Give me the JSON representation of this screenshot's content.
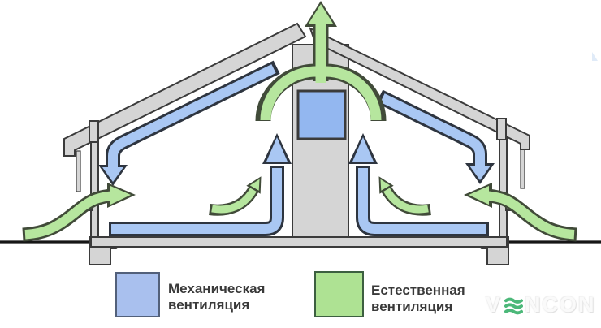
{
  "legend": {
    "items": [
      {
        "id": "mechanical",
        "line1": "Механическая",
        "line2": "вентиляция"
      },
      {
        "id": "natural",
        "line1": "Естественная",
        "line2": "вентиляция"
      }
    ]
  },
  "watermark": {
    "brand": "VENCON",
    "prefix": "V",
    "suffix": "NCON"
  },
  "colors": {
    "mech": "#a9c7f3",
    "mech_outline": "#2e3540",
    "mech_box": "#93b7f0",
    "nat": "#b6e69e",
    "nat_outline": "#414b39",
    "structure_fill": "#d5d5d5",
    "structure_outline": "#3b3b3b",
    "ground": "#161616",
    "legend_mech": "#a9c0ee",
    "legend_mech_border": "#52607a",
    "legend_nat": "#aee293",
    "legend_nat_border": "#3c5f40",
    "text": "#3a3a3a",
    "watermark_text": "#fafafa",
    "watermark_green": "#3db36e"
  }
}
